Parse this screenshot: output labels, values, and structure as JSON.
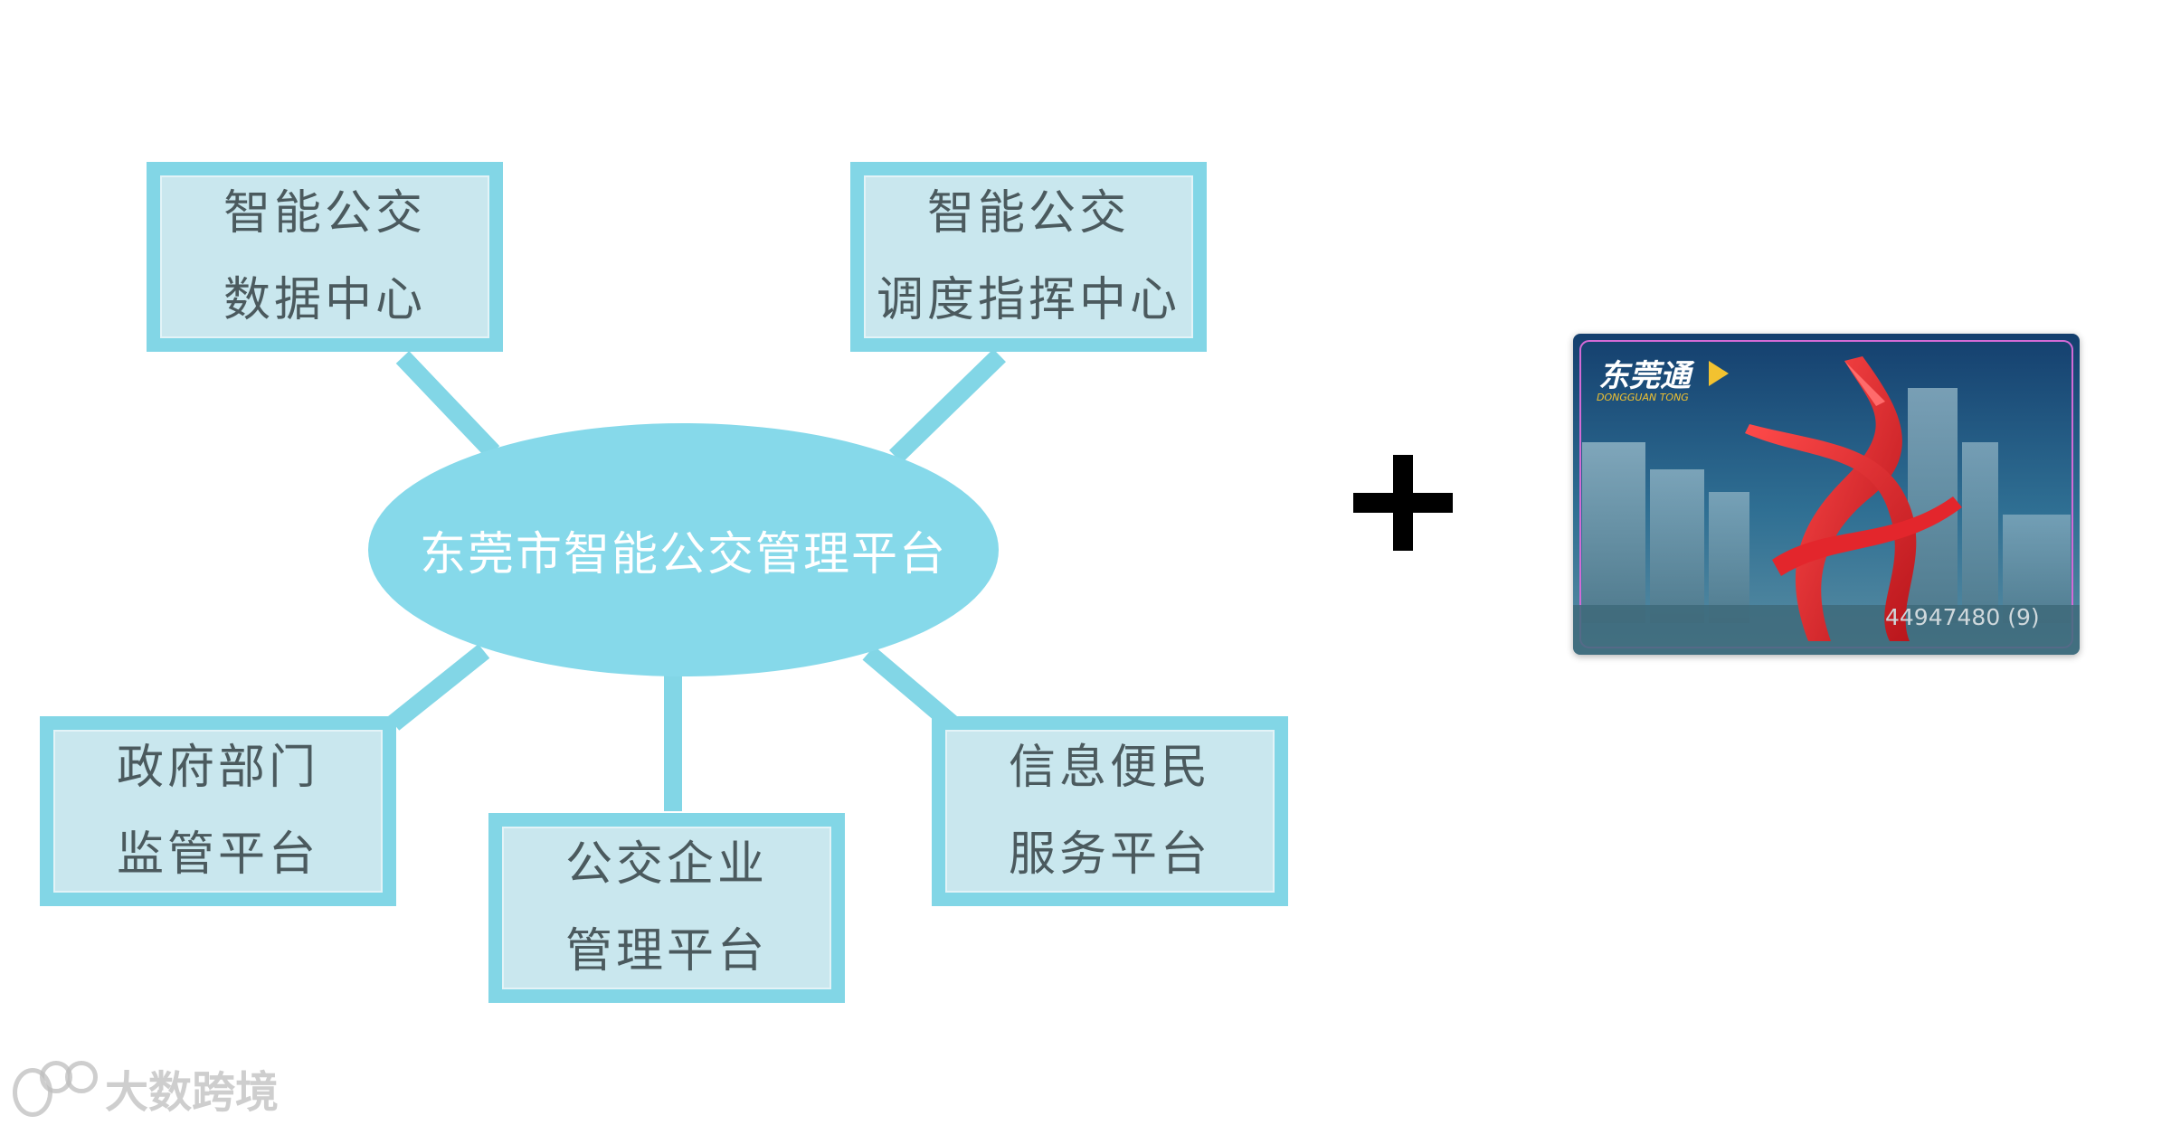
{
  "hub": {
    "label": "东莞市智能公交管理平台"
  },
  "boxes": {
    "data_center": {
      "line1": "智能公交",
      "line2": "数据中心"
    },
    "dispatch_center": {
      "line1": "智能公交",
      "line2": "调度指挥中心"
    },
    "gov_platform": {
      "line1": "政府部门",
      "line2": "监管平台"
    },
    "enterprise_platform": {
      "line1": "公交企业",
      "line2": "管理平台"
    },
    "service_platform": {
      "line1": "信息便民",
      "line2": "服务平台"
    }
  },
  "card": {
    "brand_cn": "东莞通",
    "brand_en": "DONGGUAN TONG",
    "number": "44947480 (9)"
  },
  "watermark": {
    "text": "大数跨境"
  },
  "colors": {
    "box_fill": "#c9e7ee",
    "box_border": "#82d6e6",
    "hub_fill": "#86d9ea",
    "connector": "#82d6e6",
    "box_text": "#4b5a5e"
  }
}
